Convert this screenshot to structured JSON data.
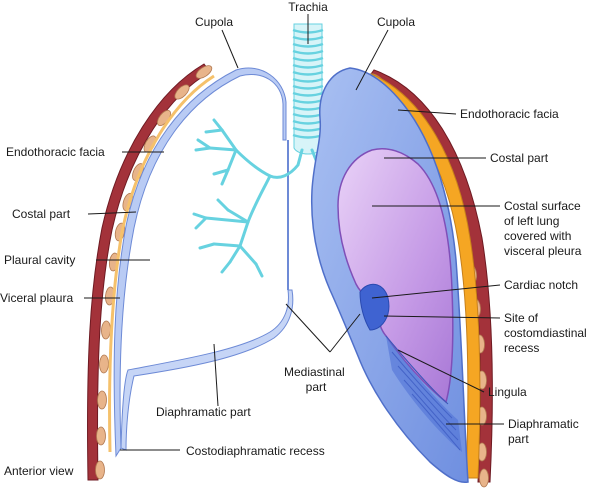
{
  "diagram": {
    "labels": {
      "trachia": "Trachia",
      "cupola_right": "Cupola",
      "cupola_left": "Cupola",
      "endothoracic_right": "Endothoracic facia",
      "costal_part_right": "Costal part",
      "plaural_cavity": "Plaural cavity",
      "visceral_pleura_right": "Viceral plaura",
      "diaphragmatic_part_right": "Diaphramatic part",
      "costodiaphragmatic_recess": "Costodiaphramatic recess",
      "anterior_view": "Anterior view",
      "mediastinal_part": [
        "Mediastinal",
        "part"
      ],
      "endothoracic_left": "Endothoracic facia",
      "costal_part_left": "Costal part",
      "costal_surface": [
        "Costal surface",
        "of left lung",
        "covered with",
        "visceral pleura"
      ],
      "cardiac_notch": "Cardiac notch",
      "costomediastinal_recess": [
        "Site of",
        "costomdiastinal",
        "recess"
      ],
      "lingula": "Lingula",
      "diaphragmatic_part_left": [
        "Diaphramatic",
        "part"
      ]
    },
    "colors": {
      "pleura_blue": "#7f9fe8",
      "pleura_light": "#dde6fb",
      "lung_purple": "#c79ae6",
      "facia_orange": "#f5a623",
      "rib_red": "#a3323a",
      "rib_tan": "#e8b48a",
      "bronchus_cyan": "#67d2e0"
    }
  }
}
